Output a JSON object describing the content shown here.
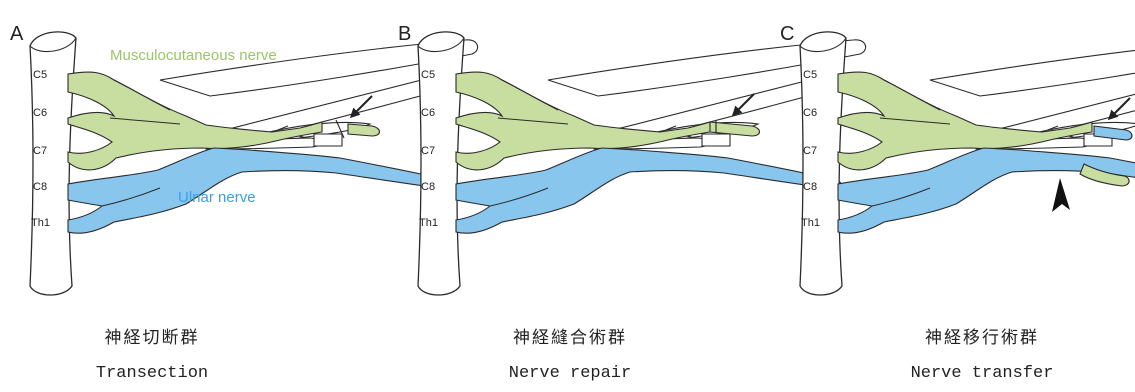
{
  "colors": {
    "musculocutaneous": "#c8dea0",
    "ulnar": "#88c6ee",
    "outline": "#2a2a2a",
    "musculocutaneous_label": "#9cc468",
    "ulnar_label": "#3aa0e4"
  },
  "labels": {
    "musculocutaneous": "Musculocutaneous nerve",
    "ulnar": "Ulnar nerve"
  },
  "roots": [
    "C5",
    "C6",
    "C7",
    "C8",
    "Th1"
  ],
  "panels": [
    {
      "letter": "A",
      "title_jp": "神経切断群",
      "title_en": "Transection"
    },
    {
      "letter": "B",
      "title_jp": "神経縫合術群",
      "title_en": "Nerve repair"
    },
    {
      "letter": "C",
      "title_jp": "神経移行術群",
      "title_en": "Nerve transfer"
    }
  ]
}
